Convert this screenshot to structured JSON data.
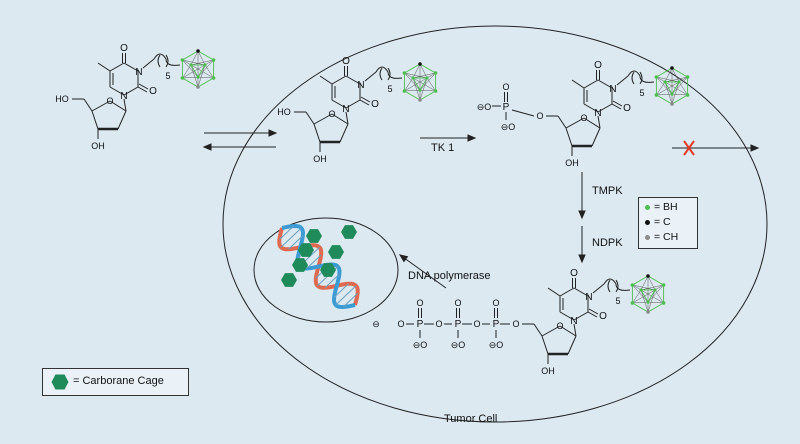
{
  "labels": {
    "tk1": "TK 1",
    "tmpk": "TMPK",
    "ndpk": "NDPK",
    "dna_polymerase": "DNA polymerase",
    "tumor_cell": "Tumor Cell",
    "blocked_mark": "X"
  },
  "legend": {
    "bh": "= BH",
    "c": "= C",
    "ch": "= CH",
    "cage": "= Carborane Cage"
  },
  "atoms": {
    "O": "O",
    "N": "N",
    "OH": "OH",
    "HO": "HO",
    "P": "P",
    "minus": "⊖",
    "sub5": "5"
  },
  "colors": {
    "background": "#dce9f1",
    "bh_green": "#4cbf4c",
    "c_black": "#111111",
    "ch_gray": "#8a8a8a",
    "cage_hex": "#1f8a5a",
    "cross_red": "#e53b2b",
    "dna_red": "#e06a50",
    "dna_blue": "#3a9bd5"
  }
}
